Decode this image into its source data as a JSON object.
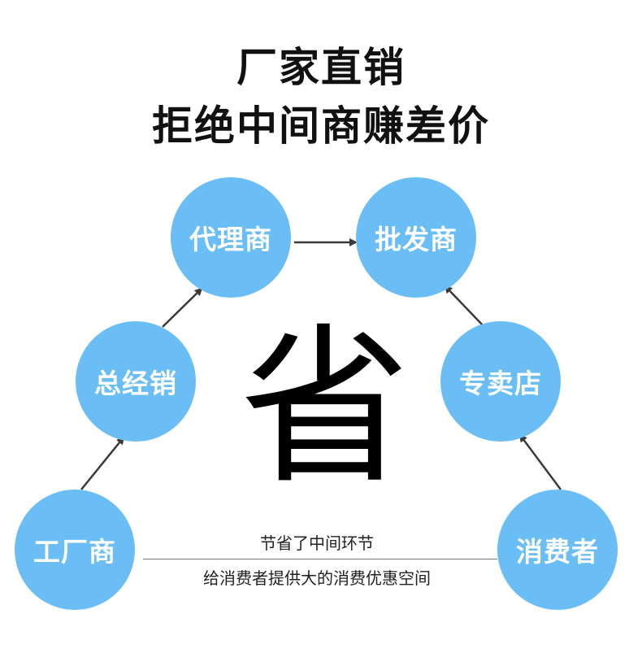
{
  "colors": {
    "node_fill": "#6bbef5",
    "arrow": "#3a3a3a",
    "text_dark": "#111111"
  },
  "title": {
    "line1": "厂家直销",
    "line2": "拒绝中间商赚差价"
  },
  "nodes": {
    "dailishang": "代理商",
    "pifashang": "批发商",
    "zongjingxiao": "总经销",
    "zhuanmaidian": "专卖店",
    "gongchang": "工厂商",
    "xiaofeizhe": "消费者"
  },
  "center": {
    "character": "省"
  },
  "caption": {
    "top": "节省了中间环节",
    "bottom": "给消费者提供大的消费优惠空间"
  }
}
